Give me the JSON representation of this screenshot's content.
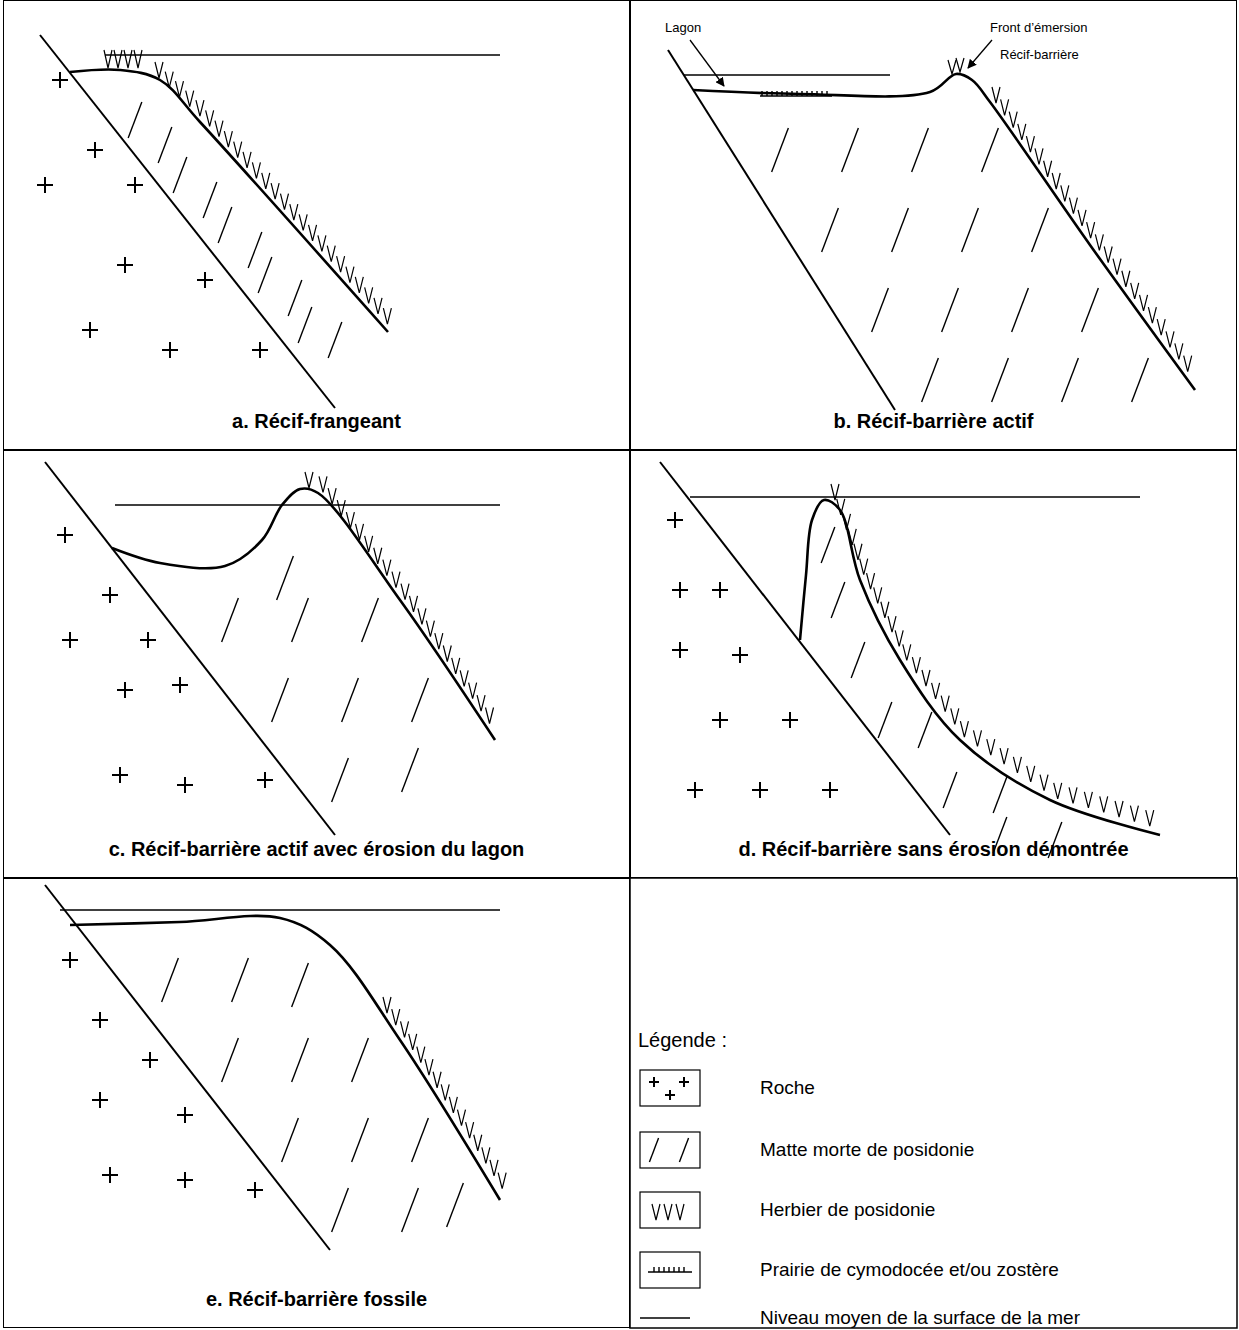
{
  "diagram": {
    "nodes": [
      {
        "text": [
          "a. Récif-frangeant"
        ]
      },
      {
        "text": [
          "b. Récif-barrière actif"
        ]
      },
      {
        "text": [
          "c. Récif-barrière actif avec érosion du lagon"
        ]
      },
      {
        "text": [
          "d. Récif-barrière sans érosion démontrée"
        ]
      },
      {
        "text": [
          "e. Récif-barrière fossile"
        ]
      }
    ],
    "labels": [
      "Lagon",
      "Front d’émersion",
      "Récif-barrière",
      "Légende :"
    ],
    "legend": [
      {
        "text": "Roche"
      },
      {
        "text": "Matte morte de posidonie"
      },
      {
        "text": "Herbier de posidonie"
      },
      {
        "text": "Prairie de cymodocée et/ou zostère"
      },
      {
        "text": "Niveau moyen de la surface de la mer"
      }
    ]
  }
}
